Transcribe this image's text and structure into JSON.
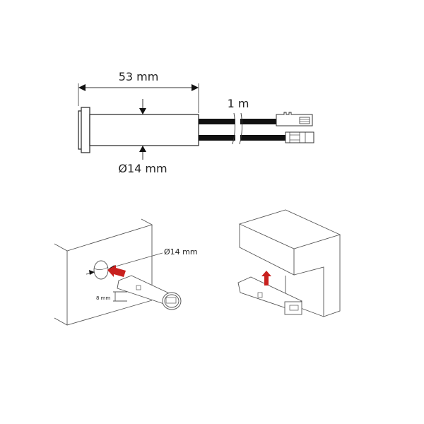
{
  "diagram": {
    "product_view": {
      "length_label": "53 mm",
      "diameter_label": "Ø14 mm",
      "cable_label": "1 m"
    },
    "install_wall": {
      "hole_diameter_label": "Ø14 mm",
      "offset_label": "8 mm"
    },
    "install_cabinet": {},
    "colors": {
      "line": "#333333",
      "cable": "#111111",
      "arrow": "#c8201e",
      "background": "#ffffff"
    }
  }
}
